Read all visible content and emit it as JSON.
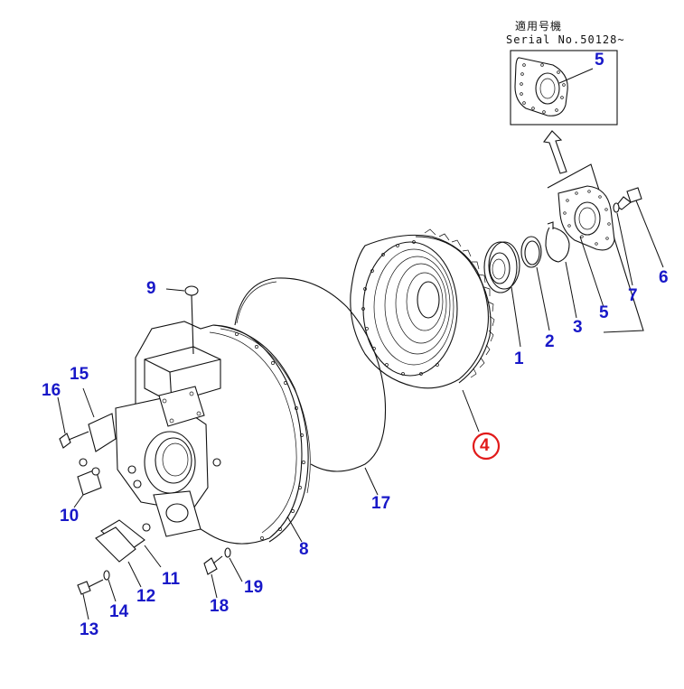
{
  "inset": {
    "title_line1": "適用号機",
    "title_line2": "Serial No.50128~"
  },
  "callouts": [
    {
      "id": "1",
      "label": "1"
    },
    {
      "id": "2",
      "label": "2"
    },
    {
      "id": "3",
      "label": "3"
    },
    {
      "id": "4",
      "label": "4",
      "highlighted": true
    },
    {
      "id": "5",
      "label": "5"
    },
    {
      "id": "5-inset",
      "label": "5"
    },
    {
      "id": "6",
      "label": "6"
    },
    {
      "id": "7",
      "label": "7"
    },
    {
      "id": "8",
      "label": "8"
    },
    {
      "id": "9",
      "label": "9"
    },
    {
      "id": "10",
      "label": "10"
    },
    {
      "id": "11",
      "label": "11"
    },
    {
      "id": "12",
      "label": "12"
    },
    {
      "id": "13",
      "label": "13"
    },
    {
      "id": "14",
      "label": "14"
    },
    {
      "id": "15",
      "label": "15"
    },
    {
      "id": "16",
      "label": "16"
    },
    {
      "id": "17",
      "label": "17"
    },
    {
      "id": "18",
      "label": "18"
    },
    {
      "id": "19",
      "label": "19"
    }
  ],
  "colors": {
    "callout": "#1818c8",
    "highlight": "#e11a1a",
    "line": "#111111"
  }
}
